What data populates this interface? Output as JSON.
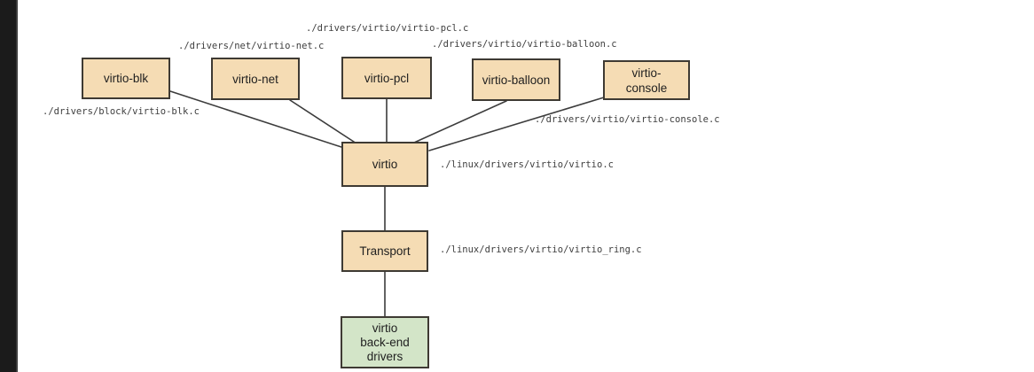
{
  "colors": {
    "node_fill": "#f5dcb4",
    "node_border": "#3e3a33",
    "backend_fill": "#d3e5c8",
    "edge": "#3c3c3c",
    "label_color": "#3f3f3f",
    "node_text": "#1f1f1f",
    "left_bar": "#1b1b1b",
    "background": "#ffffff"
  },
  "diagram": {
    "nodes": [
      {
        "id": "virtio-blk",
        "label": "virtio-blk"
      },
      {
        "id": "virtio-net",
        "label": "virtio-net"
      },
      {
        "id": "virtio-pcl",
        "label": "virtio-pcl"
      },
      {
        "id": "virtio-balloon",
        "label": "virtio-balloon"
      },
      {
        "id": "virtio-console",
        "label": "virtio-\nconsole"
      },
      {
        "id": "virtio",
        "label": "virtio"
      },
      {
        "id": "transport",
        "label": "Transport"
      },
      {
        "id": "virtio-backend",
        "label": "virtio\nback-end\ndrivers"
      }
    ],
    "file_labels": [
      {
        "id": "virtio-pcl-file",
        "text": "./drivers/virtio/virtio-pcl.c"
      },
      {
        "id": "virtio-net-file",
        "text": "./drivers/net/virtio-net.c"
      },
      {
        "id": "virtio-balloon-file",
        "text": "./drivers/virtio/virtio-balloon.c"
      },
      {
        "id": "virtio-blk-file",
        "text": "./drivers/block/virtio-blk.c"
      },
      {
        "id": "virtio-console-file",
        "text": "./drivers/virtio/virtio-console.c"
      },
      {
        "id": "virtio-core-file",
        "text": "./linux/drivers/virtio/virtio.c"
      },
      {
        "id": "virtio-ring-file",
        "text": "./linux/drivers/virtio/virtio_ring.c"
      }
    ]
  }
}
